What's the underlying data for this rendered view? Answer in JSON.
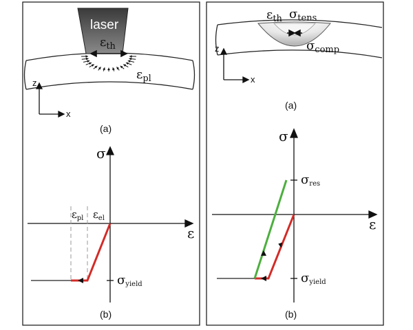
{
  "left_panel": {
    "top": {
      "laser_label": "laser",
      "strain_thermal": {
        "symbol": "ε",
        "sub": "th"
      },
      "strain_plastic": {
        "symbol": "ε",
        "sub": "pl"
      },
      "axis_z": "z",
      "axis_x": "x",
      "caption": "(a)"
    },
    "bottom": {
      "y_axis": "σ",
      "x_axis": "ε",
      "label_eps_pl": {
        "symbol": "ε",
        "sub": "pl"
      },
      "label_eps_el": {
        "symbol": "ε",
        "sub": "el"
      },
      "label_sigma_yield": {
        "symbol": "σ",
        "sub": "yield"
      },
      "caption": "(b)"
    }
  },
  "right_panel": {
    "top": {
      "strain_thermal": {
        "symbol": "ε",
        "sub": "th"
      },
      "stress_tensile": {
        "symbol": "σ",
        "sub": "tens"
      },
      "stress_compressive": {
        "symbol": "σ",
        "sub": "comp"
      },
      "axis_z": "z",
      "axis_x": "x",
      "caption": "(a)"
    },
    "bottom": {
      "y_axis": "σ",
      "x_axis": "ε",
      "label_sigma_res": {
        "symbol": "σ",
        "sub": "res"
      },
      "label_sigma_yield": {
        "symbol": "σ",
        "sub": "yield"
      },
      "caption": "(b)"
    }
  },
  "colors": {
    "load_path": "#d32b27",
    "unload_path": "#4caf3e",
    "ink": "#111111",
    "laser": "#555555"
  }
}
